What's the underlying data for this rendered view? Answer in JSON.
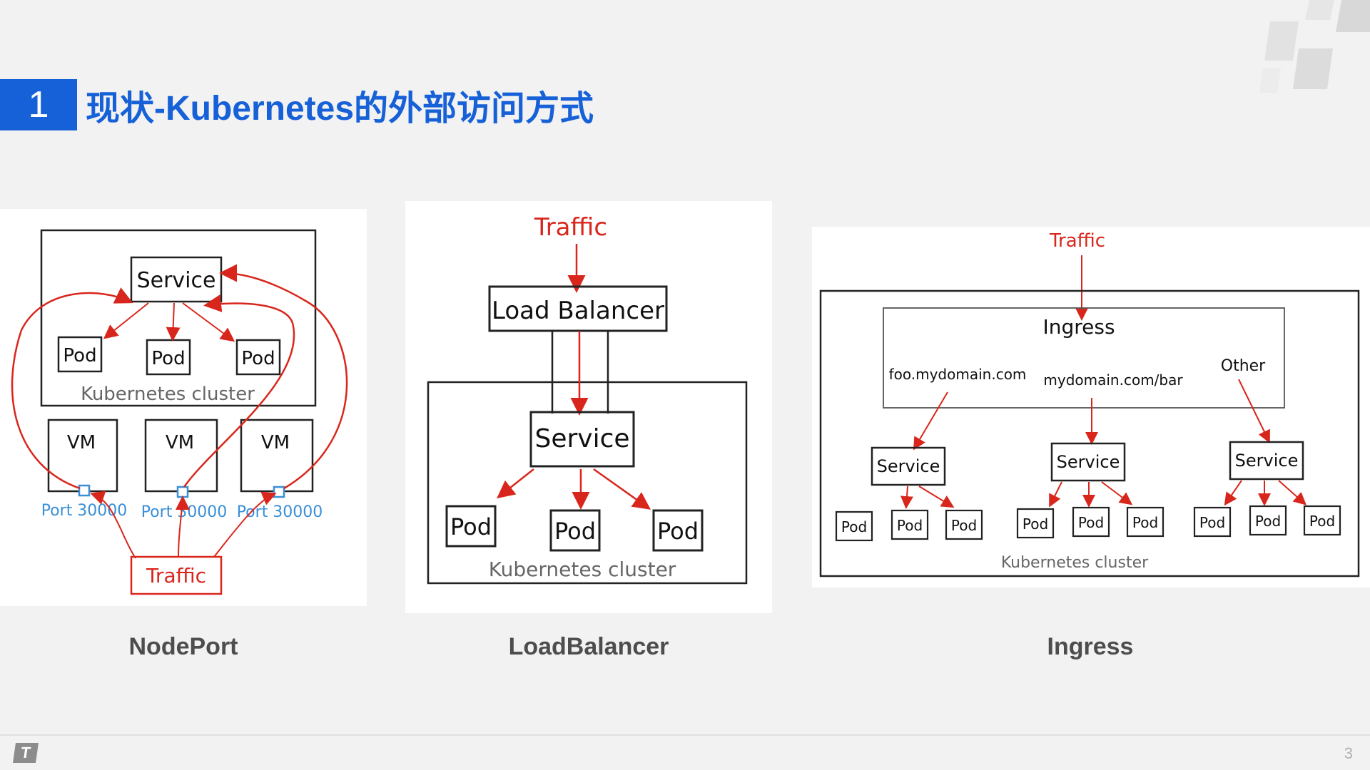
{
  "header": {
    "number": "1",
    "title": "现状-Kubernetes的外部访问方式"
  },
  "diagrams": {
    "nodeport": {
      "caption": "NodePort",
      "service": "Service",
      "pods": [
        "Pod",
        "Pod",
        "Pod"
      ],
      "cluster_label": "Kubernetes cluster",
      "vms": [
        "VM",
        "VM",
        "VM"
      ],
      "ports": [
        "Port 30000",
        "Port 30000",
        "Port 30000"
      ],
      "traffic": "Traffic"
    },
    "loadbalancer": {
      "caption": "LoadBalancer",
      "traffic": "Traffic",
      "load_balancer": "Load Balancer",
      "service": "Service",
      "pods": [
        "Pod",
        "Pod",
        "Pod"
      ],
      "cluster_label": "Kubernetes cluster"
    },
    "ingress": {
      "caption": "Ingress",
      "traffic": "Traffic",
      "ingress": "Ingress",
      "rules": [
        "foo.mydomain.com",
        "mydomain.com/bar",
        "Other"
      ],
      "services": [
        "Service",
        "Service",
        "Service"
      ],
      "pods": [
        "Pod",
        "Pod",
        "Pod",
        "Pod",
        "Pod",
        "Pod",
        "Pod",
        "Pod",
        "Pod"
      ],
      "cluster_label": "Kubernetes cluster"
    }
  },
  "footer": {
    "logo": "T",
    "page": "3"
  },
  "colors": {
    "accent": "#1660d8",
    "arrow": "#d9261c",
    "port": "#3a8fd6"
  }
}
